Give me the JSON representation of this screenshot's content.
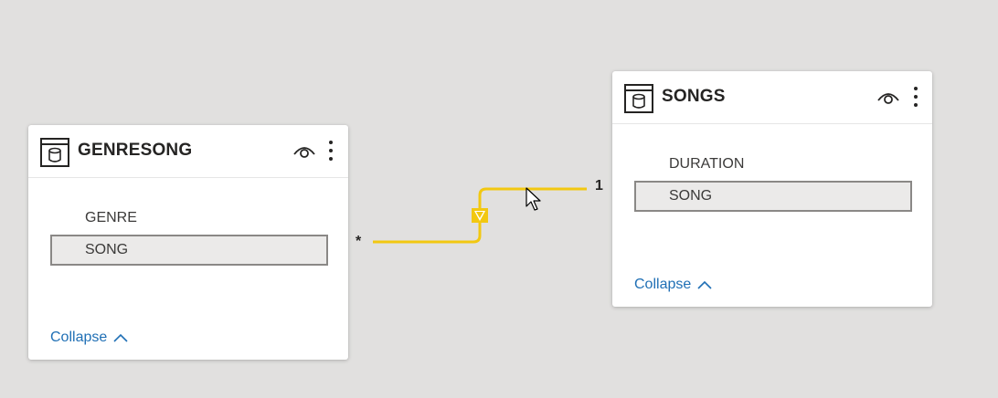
{
  "tables": {
    "genresong": {
      "title": "GENRESONG",
      "fields": [
        "GENRE",
        "SONG"
      ],
      "selected_field": "SONG",
      "collapse_label": "Collapse"
    },
    "songs": {
      "title": "SONGS",
      "fields": [
        "DURATION",
        "SONG"
      ],
      "selected_field": "SONG",
      "collapse_label": "Collapse"
    }
  },
  "relationship": {
    "from_table": "GENRESONG",
    "to_table": "SONGS",
    "from_cardinality": "*",
    "to_cardinality": "1",
    "filter_direction": "single",
    "color": "#f2c811"
  },
  "colors": {
    "canvas_background": "#e1e0df",
    "card_background": "#ffffff",
    "link": "#1f6fb5",
    "relationship": "#f2c811"
  },
  "icons": {
    "table": "table-icon",
    "visibility": "eye-icon",
    "more_options": "more-options-icon",
    "collapse": "chevron-up-icon"
  }
}
